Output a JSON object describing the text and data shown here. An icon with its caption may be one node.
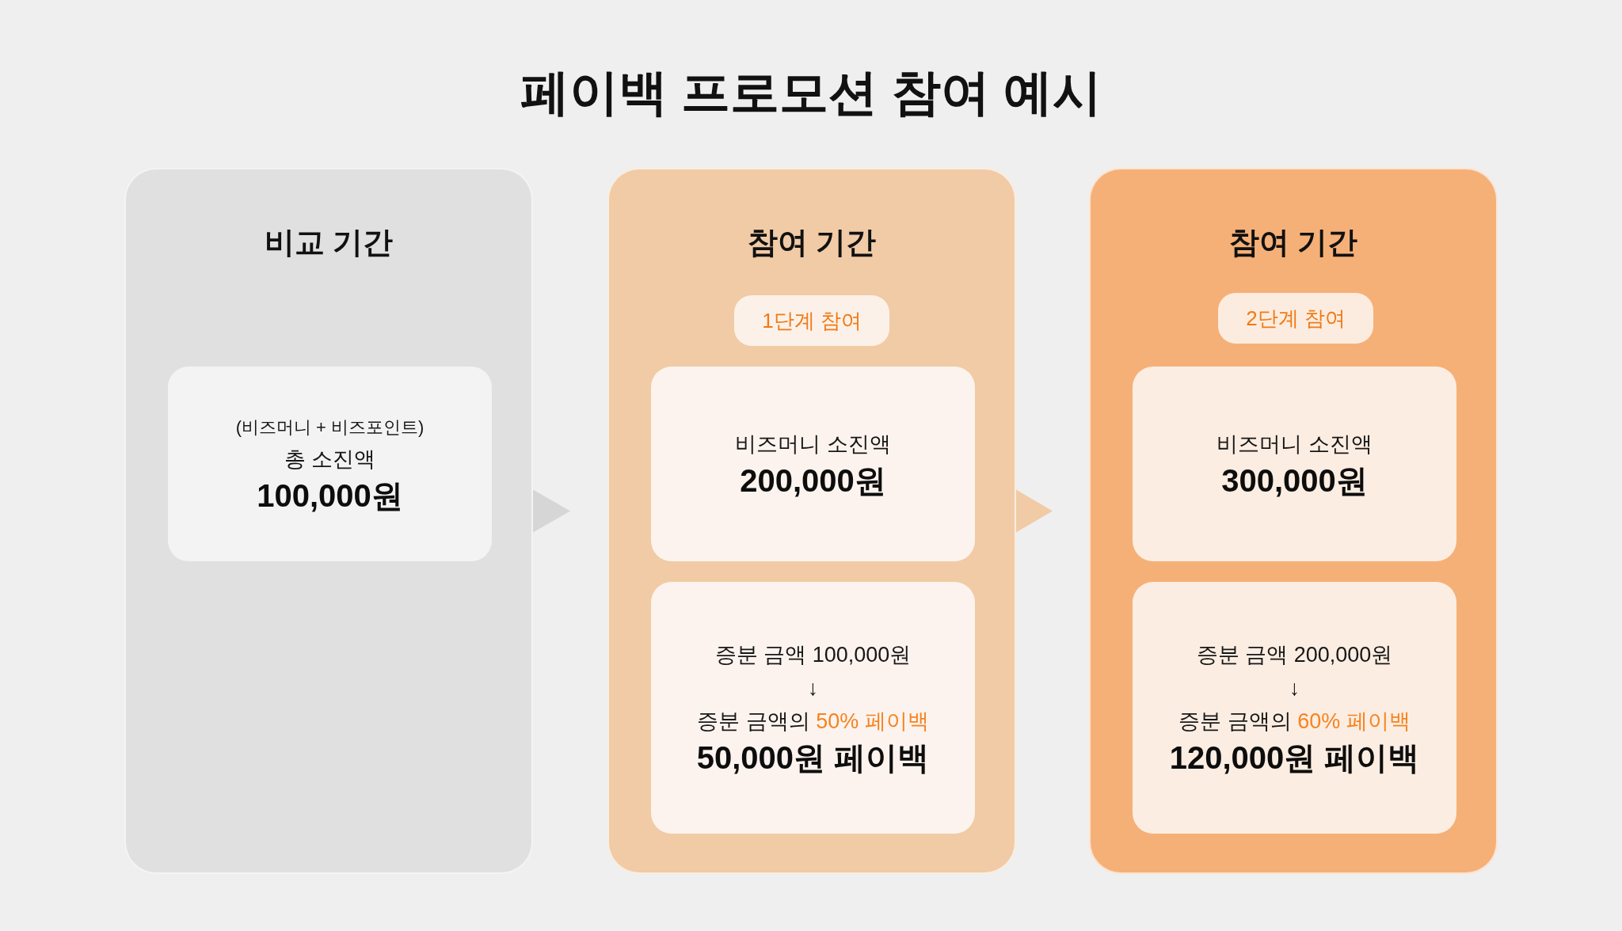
{
  "diagram": {
    "title": "페이백 프로모션 참여 예시",
    "nodes": [
      {
        "text": [
          "비교 기간"
        ]
      },
      {
        "text": [
          "(비즈머니 + 비즈포인트)",
          "총 소진액",
          "100,000원"
        ],
        "in": 0
      },
      {
        "text": [
          "참여 기간"
        ]
      },
      {
        "text": [
          "1단계 참여"
        ],
        "in": 2
      },
      {
        "text": [
          "비즈머니 소진액",
          "200,000원"
        ],
        "in": 2
      },
      {
        "text": [
          "증분 금액 100,000원",
          "↓",
          "증분 금액의 **50% 페이백**",
          "50,000원 페이백"
        ],
        "in": 2
      },
      {
        "text": [
          "참여 기간"
        ]
      },
      {
        "text": [
          "2단계 참여"
        ],
        "in": 6
      },
      {
        "text": [
          "비즈머니 소진액",
          "300,000원"
        ],
        "in": 6
      },
      {
        "text": [
          "증분 금액 200,000원",
          "↓",
          "증분 금액의 **60% 페이백**",
          "120,000원 페이백"
        ],
        "in": 6
      }
    ],
    "edges": [
      {
        "from": 0,
        "to": 2,
        "arrow": "to",
        "color": "#d6d6d6"
      },
      {
        "from": 2,
        "to": 6,
        "arrow": "to",
        "color": "#f1cba6"
      }
    ]
  }
}
